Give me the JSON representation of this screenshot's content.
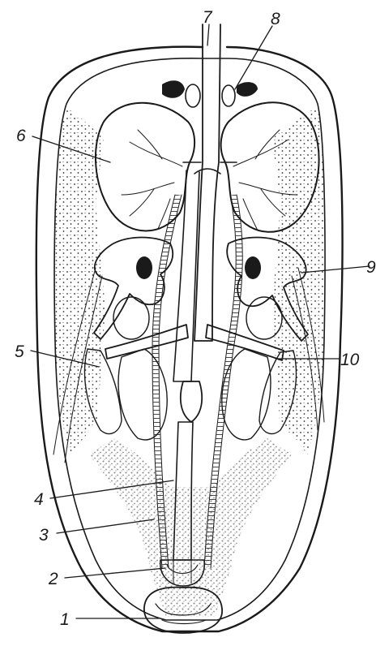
{
  "figure": {
    "labels": [
      {
        "id": "label-1",
        "text": "1"
      },
      {
        "id": "label-2",
        "text": "2"
      },
      {
        "id": "label-3",
        "text": "3"
      },
      {
        "id": "label-4",
        "text": "4"
      },
      {
        "id": "label-5",
        "text": "5"
      },
      {
        "id": "label-6",
        "text": "6"
      },
      {
        "id": "label-7",
        "text": "7"
      },
      {
        "id": "label-8",
        "text": "8"
      },
      {
        "id": "label-9",
        "text": "9"
      },
      {
        "id": "label-10",
        "text": "10"
      }
    ]
  },
  "colors": {
    "ink": "#1a1a1a",
    "paper": "#ffffff",
    "stipple": "#2a2a2a"
  }
}
